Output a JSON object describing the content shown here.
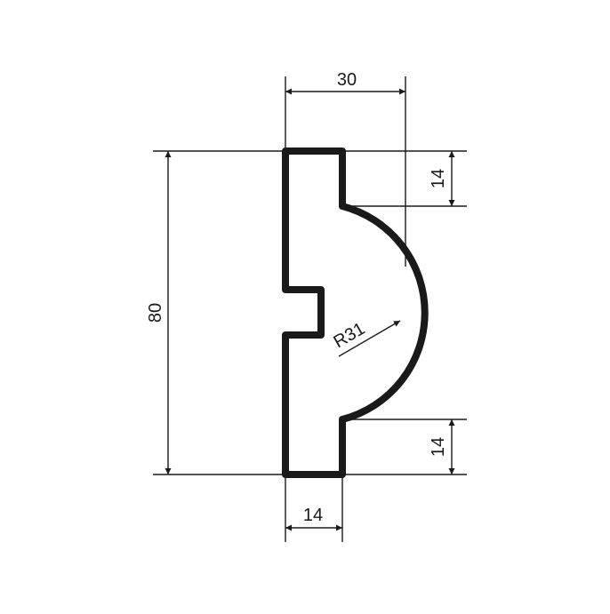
{
  "drawing": {
    "type": "technical-profile-section",
    "colors": {
      "line": "#1a1a1a",
      "background": "#ffffff"
    },
    "dimensions": {
      "width_top": {
        "label": "30"
      },
      "height_total": {
        "label": "80"
      },
      "top_step": {
        "label": "14"
      },
      "bottom_step": {
        "label": "14"
      },
      "base_width": {
        "label": "14"
      },
      "radius": {
        "label": "R31"
      }
    }
  }
}
